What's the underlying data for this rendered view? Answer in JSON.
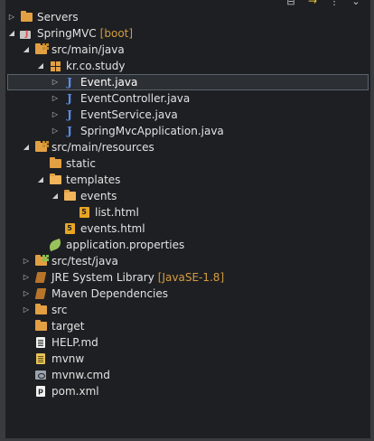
{
  "toolbar": {
    "collapse_icon": "collapse-all-icon",
    "link_icon": "link-with-editor-icon",
    "filter_icon": "filter-icon",
    "menu_icon": "view-menu-icon"
  },
  "tree": [
    {
      "depth": 0,
      "twisty": "collapsed",
      "icon": "folder",
      "label": "Servers"
    },
    {
      "depth": 0,
      "twisty": "expanded",
      "icon": "project",
      "label": "SpringMVC",
      "decor": "[boot]"
    },
    {
      "depth": 1,
      "twisty": "expanded",
      "icon": "srcfolder",
      "label": "src/main/java"
    },
    {
      "depth": 2,
      "twisty": "expanded",
      "icon": "package",
      "label": "kr.co.study"
    },
    {
      "depth": 3,
      "twisty": "collapsed",
      "icon": "java",
      "label": "Event.java",
      "selected": true
    },
    {
      "depth": 3,
      "twisty": "collapsed",
      "icon": "java",
      "label": "EventController.java"
    },
    {
      "depth": 3,
      "twisty": "collapsed",
      "icon": "java",
      "label": "EventService.java"
    },
    {
      "depth": 3,
      "twisty": "collapsed",
      "icon": "java",
      "label": "SpringMvcApplication.java"
    },
    {
      "depth": 1,
      "twisty": "expanded",
      "icon": "srcfolder",
      "label": "src/main/resources"
    },
    {
      "depth": 2,
      "twisty": "none",
      "icon": "folder",
      "label": "static"
    },
    {
      "depth": 2,
      "twisty": "expanded",
      "icon": "folder-open",
      "label": "templates"
    },
    {
      "depth": 3,
      "twisty": "expanded",
      "icon": "folder-open",
      "label": "events"
    },
    {
      "depth": 4,
      "twisty": "none",
      "icon": "html",
      "label": "list.html"
    },
    {
      "depth": 3,
      "twisty": "none",
      "icon": "html",
      "label": "events.html"
    },
    {
      "depth": 2,
      "twisty": "none",
      "icon": "properties",
      "label": "application.properties"
    },
    {
      "depth": 1,
      "twisty": "collapsed",
      "icon": "srcfolder-test",
      "label": "src/test/java"
    },
    {
      "depth": 1,
      "twisty": "collapsed",
      "icon": "library",
      "label": "JRE System Library",
      "decor": "[JavaSE-1.8]"
    },
    {
      "depth": 1,
      "twisty": "collapsed",
      "icon": "library",
      "label": "Maven Dependencies"
    },
    {
      "depth": 1,
      "twisty": "collapsed",
      "icon": "folder",
      "label": "src"
    },
    {
      "depth": 1,
      "twisty": "none",
      "icon": "folder",
      "label": "target"
    },
    {
      "depth": 1,
      "twisty": "none",
      "icon": "md",
      "label": "HELP.md"
    },
    {
      "depth": 1,
      "twisty": "none",
      "icon": "mvnw",
      "label": "mvnw"
    },
    {
      "depth": 1,
      "twisty": "none",
      "icon": "cmd",
      "label": "mvnw.cmd"
    },
    {
      "depth": 1,
      "twisty": "none",
      "icon": "xml",
      "label": "pom.xml"
    }
  ]
}
